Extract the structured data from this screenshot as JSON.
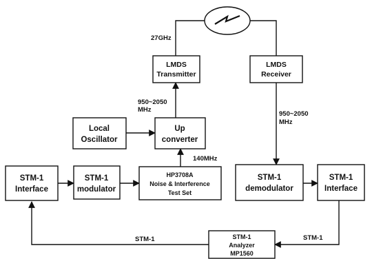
{
  "blocks": {
    "lmds_transmitter": [
      "LMDS",
      "Transmitter"
    ],
    "lmds_receiver": [
      "LMDS",
      "Receiver"
    ],
    "local_oscillator": [
      "Local",
      "Oscillator"
    ],
    "up_converter": [
      "Up",
      "converter"
    ],
    "stm1_interface_left": [
      "STM-1",
      "Interface"
    ],
    "stm1_modulator": [
      "STM-1",
      "modulator"
    ],
    "hp_test_set": [
      "HP3708A",
      "Noise & Interference",
      "Test Set"
    ],
    "stm1_demodulator": [
      "STM-1",
      "demodulator"
    ],
    "stm1_interface_right": [
      "STM-1",
      "Interface"
    ],
    "stm1_analyzer": [
      "STM-1",
      "Analyzer",
      "MP1560"
    ]
  },
  "edge_labels": {
    "freq_27ghz": "27GHz",
    "if_tx": [
      "950~2050",
      "MHz"
    ],
    "if_rx": [
      "950~2050",
      "MHz"
    ],
    "if_140mhz": "140MHz",
    "stm1_left": "STM-1",
    "stm1_right": "STM-1"
  },
  "link_icon": "wireless-link-icon"
}
